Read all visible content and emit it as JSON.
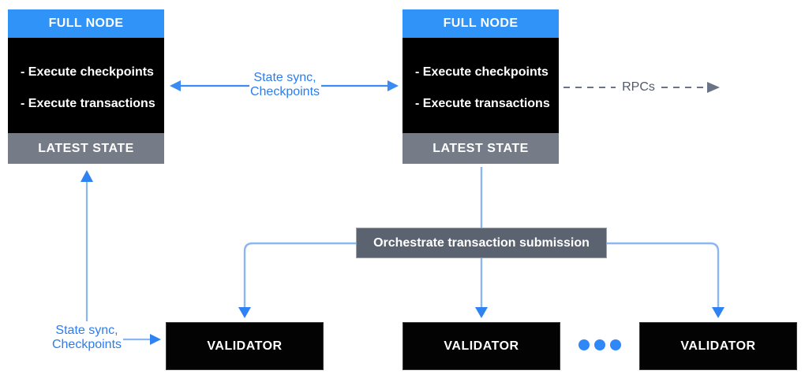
{
  "colors": {
    "header_blue": "#3093f7",
    "arrow_blue": "#3b8bf5",
    "line_light_blue": "#8ab6f2",
    "arrowhead_blue": "#2f82f2",
    "label_blue": "#2b7cf0",
    "state_bar_gray": "#757c88",
    "orchestrator_gray": "#5c6370",
    "rpcs_text_gray": "#525a68",
    "dash_gray": "#6b7484",
    "box_black": "#000000"
  },
  "full_nodes": [
    {
      "header": "FULL NODE",
      "items": [
        "- Execute checkpoints",
        "- Execute transactions"
      ],
      "footer": "LATEST STATE"
    },
    {
      "header": "FULL NODE",
      "items": [
        "- Execute checkpoints",
        "- Execute transactions"
      ],
      "footer": "LATEST STATE"
    }
  ],
  "edges": {
    "full_node_sync": {
      "line1": "State sync,",
      "line2": "Checkpoints"
    },
    "rpcs": {
      "label": "RPCs"
    },
    "validator_sync": {
      "line1": "State sync,",
      "line2": "Checkpoints"
    }
  },
  "orchestrator": {
    "label": "Orchestrate transaction submission"
  },
  "validators": [
    {
      "label": "VALIDATOR"
    },
    {
      "label": "VALIDATOR"
    },
    {
      "label": "VALIDATOR"
    }
  ]
}
